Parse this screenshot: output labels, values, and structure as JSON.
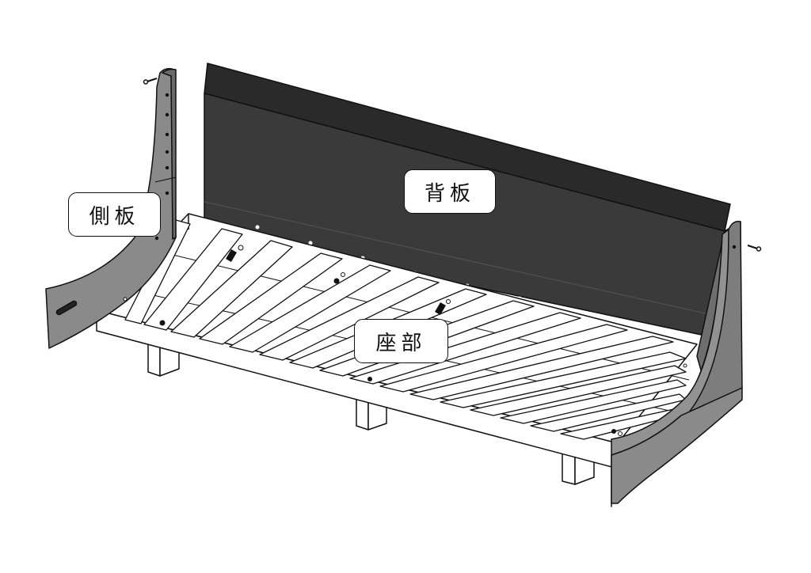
{
  "labels": {
    "side_panel": "側板",
    "back_panel": "背板",
    "seat": "座部"
  },
  "colors": {
    "back_panel": "#353535",
    "side_panel": "#7d7d7d",
    "wood": "#ffffff",
    "outline": "#111111"
  }
}
